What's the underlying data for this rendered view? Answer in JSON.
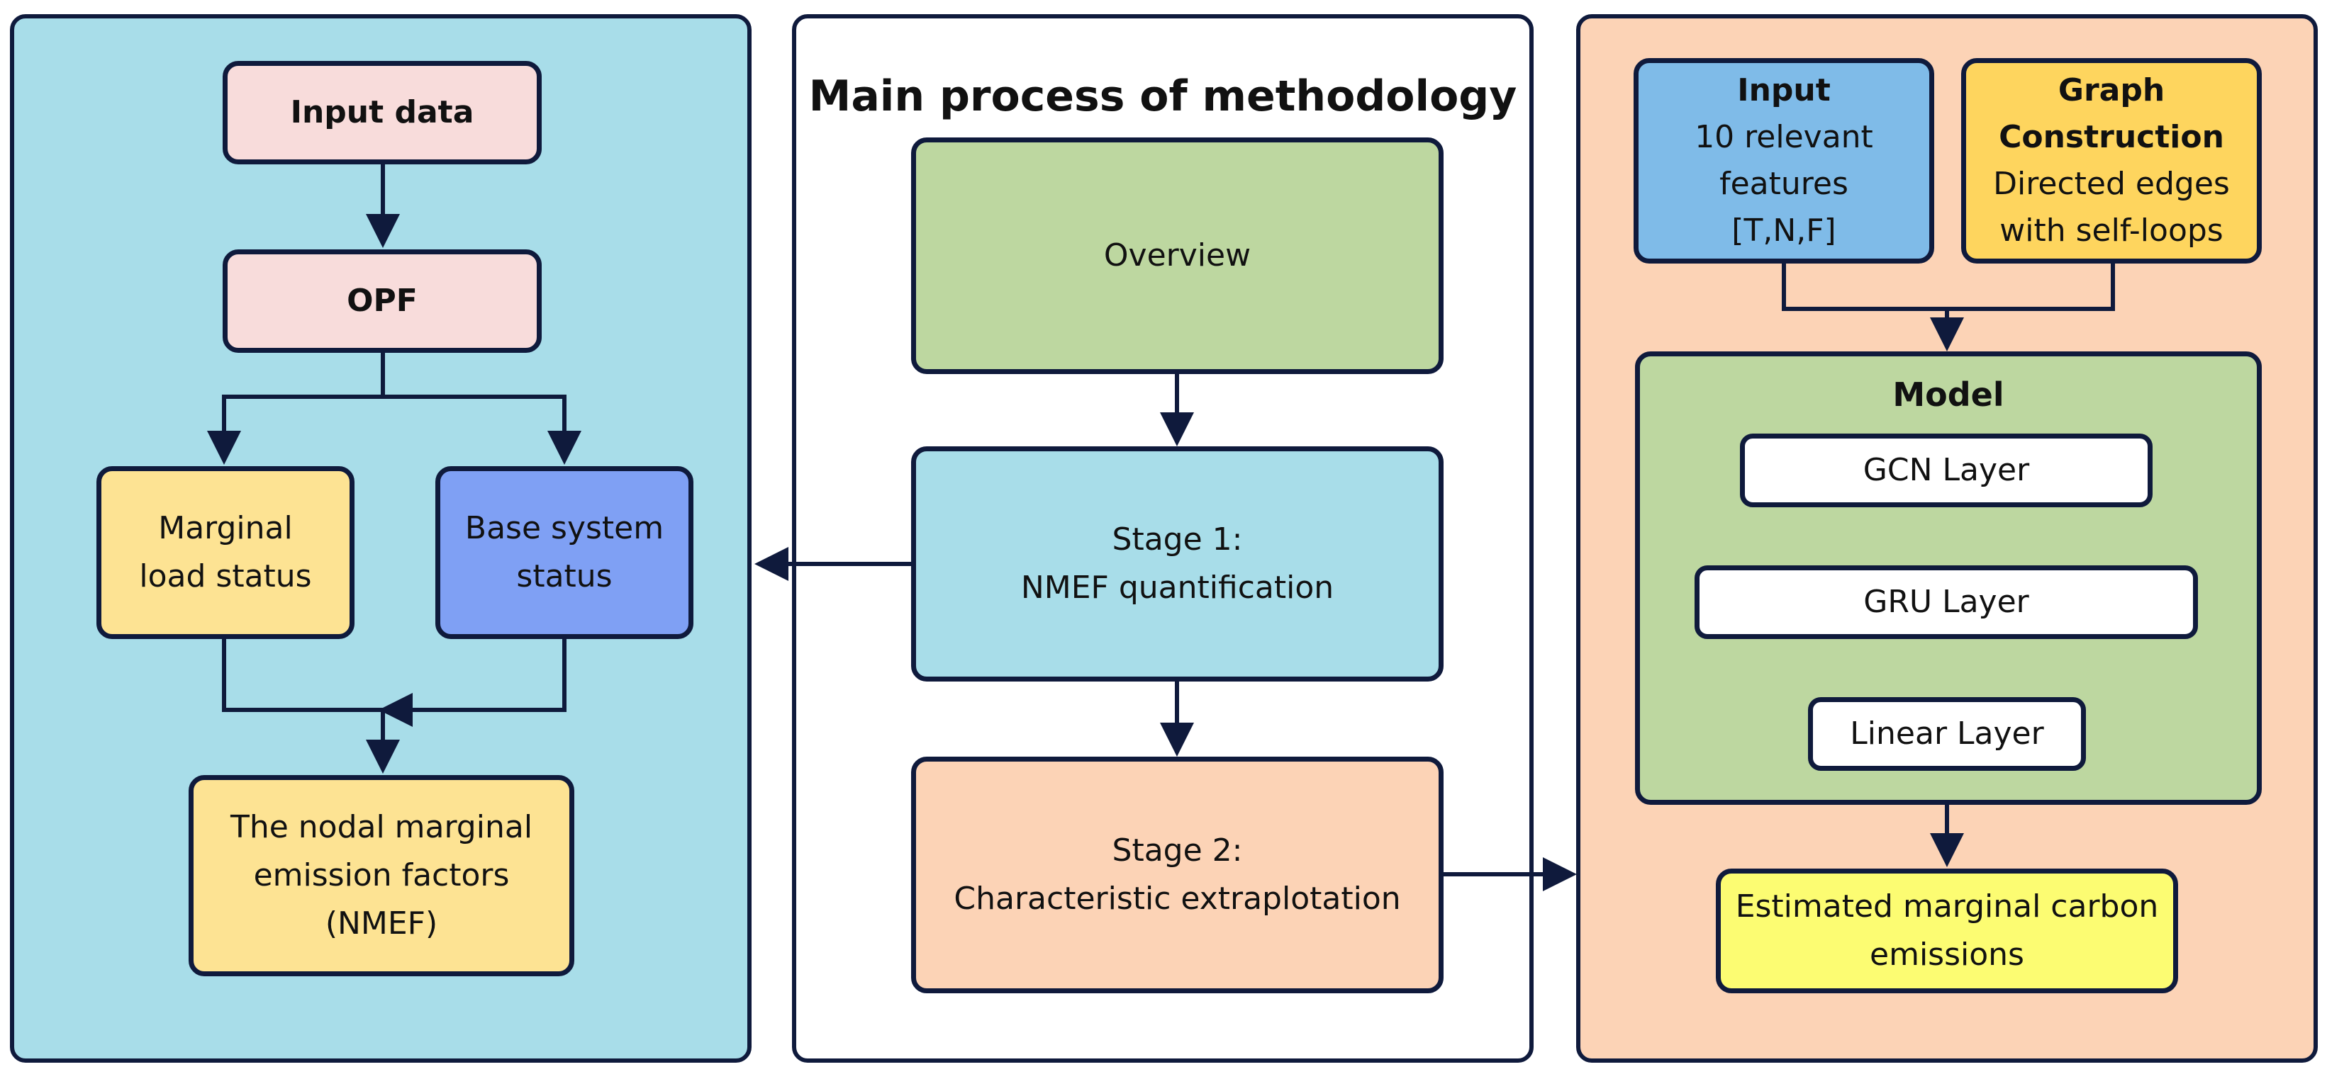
{
  "colors": {
    "outline": "#0f1a3c",
    "left_panel": "#a8dde9",
    "right_panel": "#fcd3b6",
    "pink": "#f8dcdb",
    "light_yellow": "#fde393",
    "blue": "#7fa0f4",
    "green": "#bdd7a0",
    "cyan": "#a8dde9",
    "peach": "#fcd3b6",
    "sky": "#7fbbe8",
    "gold": "#fed55e",
    "yellow": "#fcfc72",
    "white": "#ffffff"
  },
  "left": {
    "input_data": "Input data",
    "opf": "OPF",
    "marginal_load": [
      "Marginal",
      "load status"
    ],
    "base_system": [
      "Base system",
      "status"
    ],
    "nmef": [
      "The nodal marginal",
      "emission factors",
      "(NMEF)"
    ]
  },
  "center": {
    "title": "Main process of methodology",
    "overview": "Overview",
    "stage1": [
      "Stage 1:",
      "NMEF quantification"
    ],
    "stage2": [
      "Stage 2:",
      "Characteristic extraplotation"
    ]
  },
  "right": {
    "input": {
      "heading": "Input",
      "lines": [
        "10 relevant",
        "features",
        "[T,N,F]"
      ]
    },
    "graph": {
      "heading": [
        "Graph",
        "Construction"
      ],
      "lines": [
        "Directed edges",
        "with self-loops"
      ]
    },
    "model": {
      "title": "Model",
      "gcn": "GCN Layer",
      "gru": "GRU Layer",
      "linear": "Linear Layer"
    },
    "output": [
      "Estimated marginal carbon",
      "emissions"
    ]
  }
}
